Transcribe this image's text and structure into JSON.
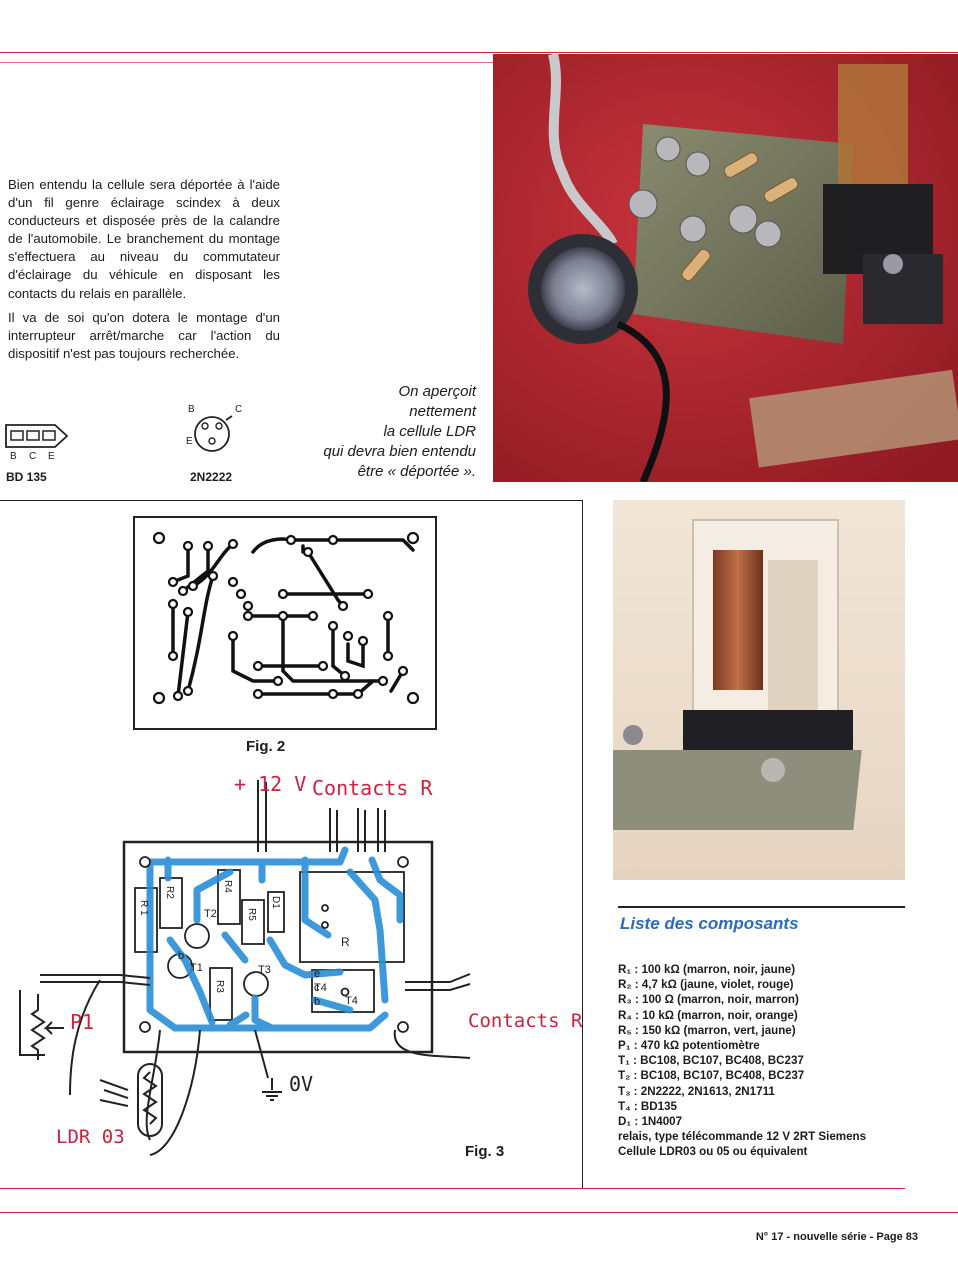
{
  "body_paragraphs": [
    "Bien entendu la cellule sera déportée à l'aide d'un fil genre éclairage scindex à deux conducteurs et disposée près de la calandre de l'automobile. Le branchement du montage s'effectuera au niveau du commutateur d'éclairage du véhicule en disposant les contacts du relais en parallèle.",
    "Il va de soi qu'on dotera le montage d'un interrupteur arrêt/marche car l'action du dispositif n'est pas toujours recherchée."
  ],
  "caption_lines": [
    "On aperçoit",
    "nettement",
    "la cellule LDR",
    "qui devra bien entendu",
    "être « déportée »."
  ],
  "pinouts": {
    "bd135": {
      "pins": [
        "B",
        "C",
        "E"
      ],
      "name": "BD 135"
    },
    "n2222": {
      "pin_b": "B",
      "pin_c": "C",
      "pin_e": "E",
      "name": "2N2222"
    }
  },
  "fig2_label": "Fig. 2",
  "fig3_label": "Fig. 3",
  "diagram": {
    "supply": "+ 12 V",
    "contacts_top": "Contacts R",
    "contacts_right": "Contacts R",
    "p1": "P1",
    "ldr": "LDR 03",
    "ground": "0V",
    "comp_r1": "R 1",
    "comp_r2": "R2",
    "comp_r3": "R3",
    "comp_r4": "R4",
    "comp_r5": "R5",
    "comp_d1": "D1",
    "comp_t1": "T1",
    "comp_t2": "T2",
    "comp_t3": "T3",
    "comp_t4": "T4",
    "comp_relay": "R",
    "pin_b": "b",
    "pin_e": "e",
    "pin_c": "c"
  },
  "parts_list": {
    "title": "Liste des composants",
    "items": [
      "R₁ : 100 kΩ (marron, noir, jaune)",
      "R₂ : 4,7 kΩ (jaune, violet, rouge)",
      "R₃ : 100 Ω (marron, noir, marron)",
      "R₄ : 10 kΩ (marron, noir, orange)",
      "R₅ : 150 kΩ (marron, vert, jaune)",
      "P₁ : 470 kΩ potentiomètre",
      "T₁ : BC108, BC107, BC408, BC237",
      "T₂ : BC108, BC107, BC408, BC237",
      "T₃ : 2N2222, 2N1613, 2N1711",
      "T₄ : BD135",
      "D₁ : 1N4007",
      "relais, type télécommande 12 V 2RT Siemens",
      "Cellule LDR03 ou 05 ou équivalent"
    ]
  },
  "footer": "N° 17 - nouvelle série - Page 83",
  "colors": {
    "rule": "#d02040",
    "trace": "#2a8fd8",
    "title": "#2a6cc0"
  }
}
